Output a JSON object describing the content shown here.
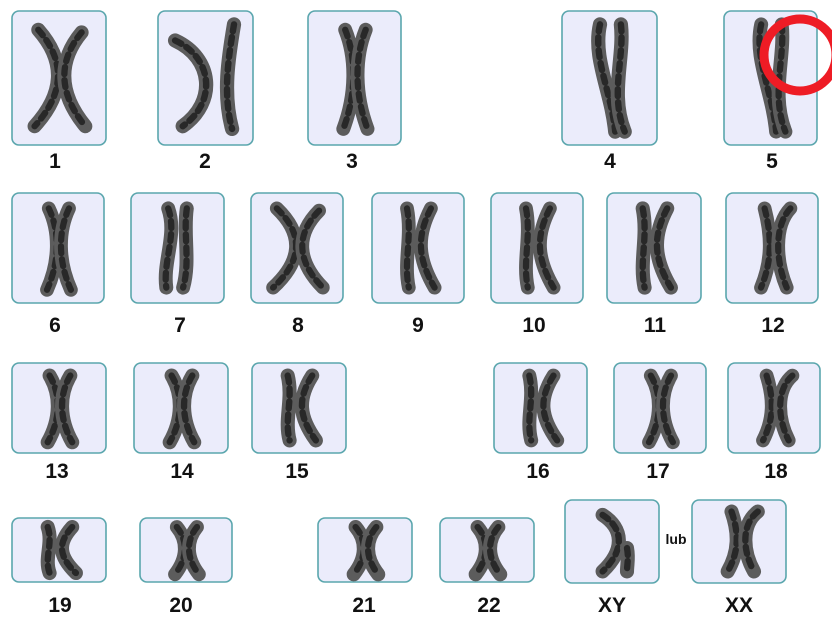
{
  "karyotype": {
    "pairs": [
      {
        "label": "1"
      },
      {
        "label": "2"
      },
      {
        "label": "3"
      },
      {
        "label": "4"
      },
      {
        "label": "5"
      },
      {
        "label": "6"
      },
      {
        "label": "7"
      },
      {
        "label": "8"
      },
      {
        "label": "9"
      },
      {
        "label": "10"
      },
      {
        "label": "11"
      },
      {
        "label": "12"
      },
      {
        "label": "13"
      },
      {
        "label": "14"
      },
      {
        "label": "15"
      },
      {
        "label": "16"
      },
      {
        "label": "17"
      },
      {
        "label": "18"
      },
      {
        "label": "19"
      },
      {
        "label": "20"
      },
      {
        "label": "21"
      },
      {
        "label": "22"
      },
      {
        "label": "XY"
      },
      {
        "label": "XX"
      }
    ],
    "or_label": "lub",
    "marker_color": "#ee1c25"
  }
}
